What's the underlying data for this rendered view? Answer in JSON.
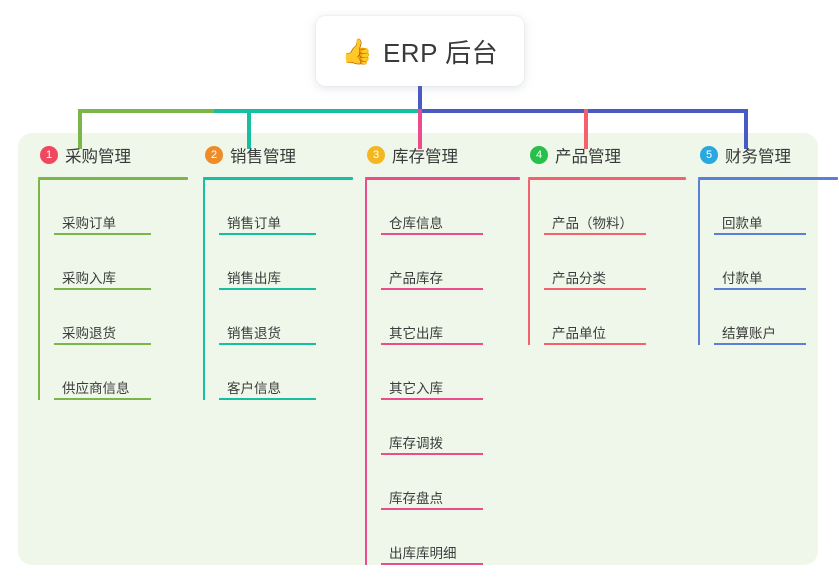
{
  "root": {
    "icon": "thumbs-up-icon",
    "emoji": "👍",
    "title": "ERP 后台"
  },
  "palette": {
    "panel_bg": "#eef7e9",
    "page_bg": "#ffffff",
    "stem_blue": "#4a5ac4",
    "bus_green": "#7ab648",
    "bus_teal": "#16bfa0",
    "drop_pink": "#ea4c8c",
    "drop_red": "#f4606c"
  },
  "columns": [
    {
      "index": "1",
      "badge_color": "#f0485f",
      "line_color": "#7ab648",
      "title": "采购管理",
      "items": [
        {
          "label": "采购订单"
        },
        {
          "label": "采购入库"
        },
        {
          "label": "采购退货"
        },
        {
          "label": "供应商信息"
        }
      ]
    },
    {
      "index": "2",
      "badge_color": "#f08c28",
      "line_color": "#16bfa0",
      "title": "销售管理",
      "items": [
        {
          "label": "销售订单"
        },
        {
          "label": "销售出库"
        },
        {
          "label": "销售退货"
        },
        {
          "label": "客户信息"
        }
      ]
    },
    {
      "index": "3",
      "badge_color": "#f5b721",
      "line_color": "#ea4c8c",
      "title": "库存管理",
      "items": [
        {
          "label": "仓库信息"
        },
        {
          "label": "产品库存"
        },
        {
          "label": "其它出库"
        },
        {
          "label": "其它入库"
        },
        {
          "label": "库存调拨"
        },
        {
          "label": "库存盘点"
        },
        {
          "label": "出库库明细"
        }
      ]
    },
    {
      "index": "4",
      "badge_color": "#27c04a",
      "line_color": "#f4606c",
      "title": "产品管理",
      "items": [
        {
          "label": "产品（物料）"
        },
        {
          "label": "产品分类"
        },
        {
          "label": "产品单位"
        }
      ]
    },
    {
      "index": "5",
      "badge_color": "#29a7e0",
      "line_color": "#5b7fd4",
      "title": "财务管理",
      "items": [
        {
          "label": "回款单"
        },
        {
          "label": "付款单"
        },
        {
          "label": "结算账户"
        }
      ]
    }
  ]
}
